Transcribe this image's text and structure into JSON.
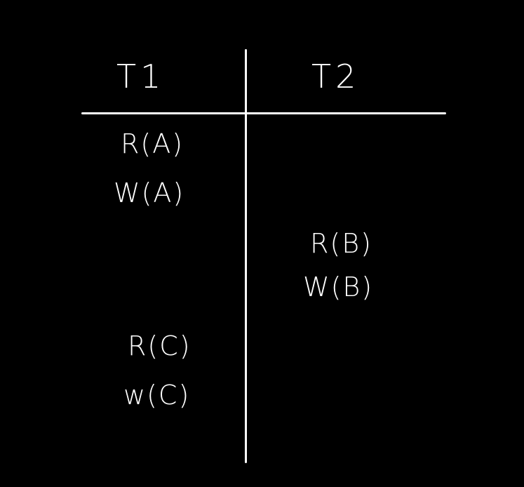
{
  "headers": {
    "t1": "T1",
    "t2": "T2"
  },
  "t1_ops": [
    "R(A)",
    "W(A)",
    "R(C)",
    "w(C)"
  ],
  "t2_ops": [
    "R(B)",
    "W(B)"
  ],
  "colors": {
    "background": "#000000",
    "ink": "#ffffff"
  }
}
